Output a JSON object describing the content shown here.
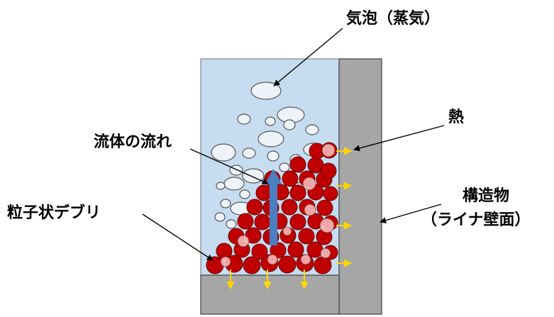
{
  "labels": {
    "bubble": "気泡（蒸気）",
    "heat": "熱",
    "flow": "流体の流れ",
    "debris": "粒子状デブリ",
    "structure_line1": "構造物",
    "structure_line2": "（ライナ壁面）"
  },
  "colors": {
    "fluid": "#c6dcf0",
    "wall": "#a6a6a6",
    "particle": "#c00000",
    "particle_highlight": "#f4b8b8",
    "bubble": "#eef3f9",
    "heat_arrow": "#ffd700",
    "flow_arrow": "#4a7fc1"
  }
}
